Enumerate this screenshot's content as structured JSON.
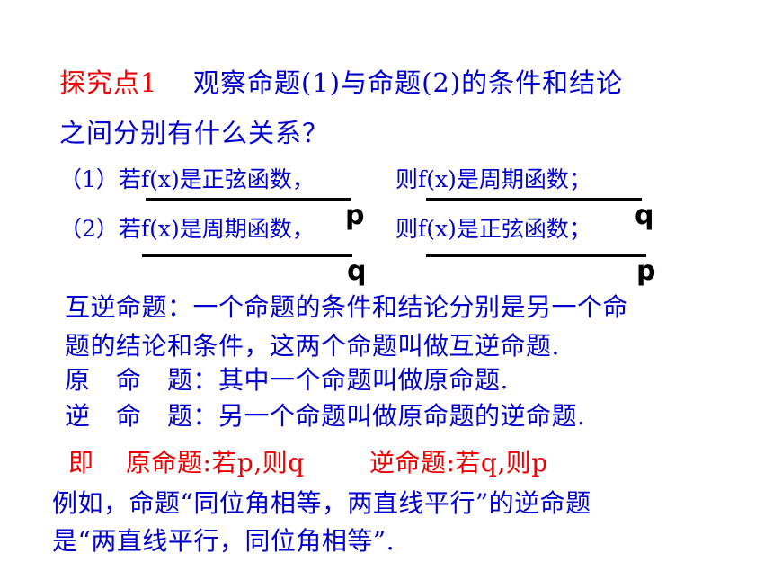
{
  "heading": {
    "label": "探究点1",
    "question_line1": "观察命题(1)与命题(2)的条件和结论",
    "question_line2": "之间分别有什么关系？"
  },
  "propositions": {
    "p1_condition": "（1）若f(x)是正弦函数，",
    "p1_conclusion": "则f(x)是周期函数；",
    "p2_condition": "（2）若f(x)是周期函数，",
    "p2_conclusion": "则f(x)是正弦函数；"
  },
  "markers": {
    "p1_left": "p",
    "p1_right": "q",
    "p2_left": "q",
    "p2_right": "p"
  },
  "definitions": {
    "mutual_line1": "互逆命题：一个命题的条件和结论分别是另一个命",
    "mutual_line2": "题的结论和条件，这两个命题叫做互逆命题.",
    "original": "原　命　题：其中一个命题叫做原命题.",
    "inverse": "逆　命　题：另一个命题叫做原命题的逆命题."
  },
  "summary": {
    "ji": "即",
    "original_form": "原命题:若p,则q",
    "inverse_form": "逆命题:若q,则p"
  },
  "example": {
    "line1": "例如，命题“同位角相等，两直线平行”的逆命题",
    "line2": "是“两直线平行，同位角相等”."
  },
  "colors": {
    "red": "#ee0000",
    "blue": "#0000cc",
    "black": "#000000"
  }
}
